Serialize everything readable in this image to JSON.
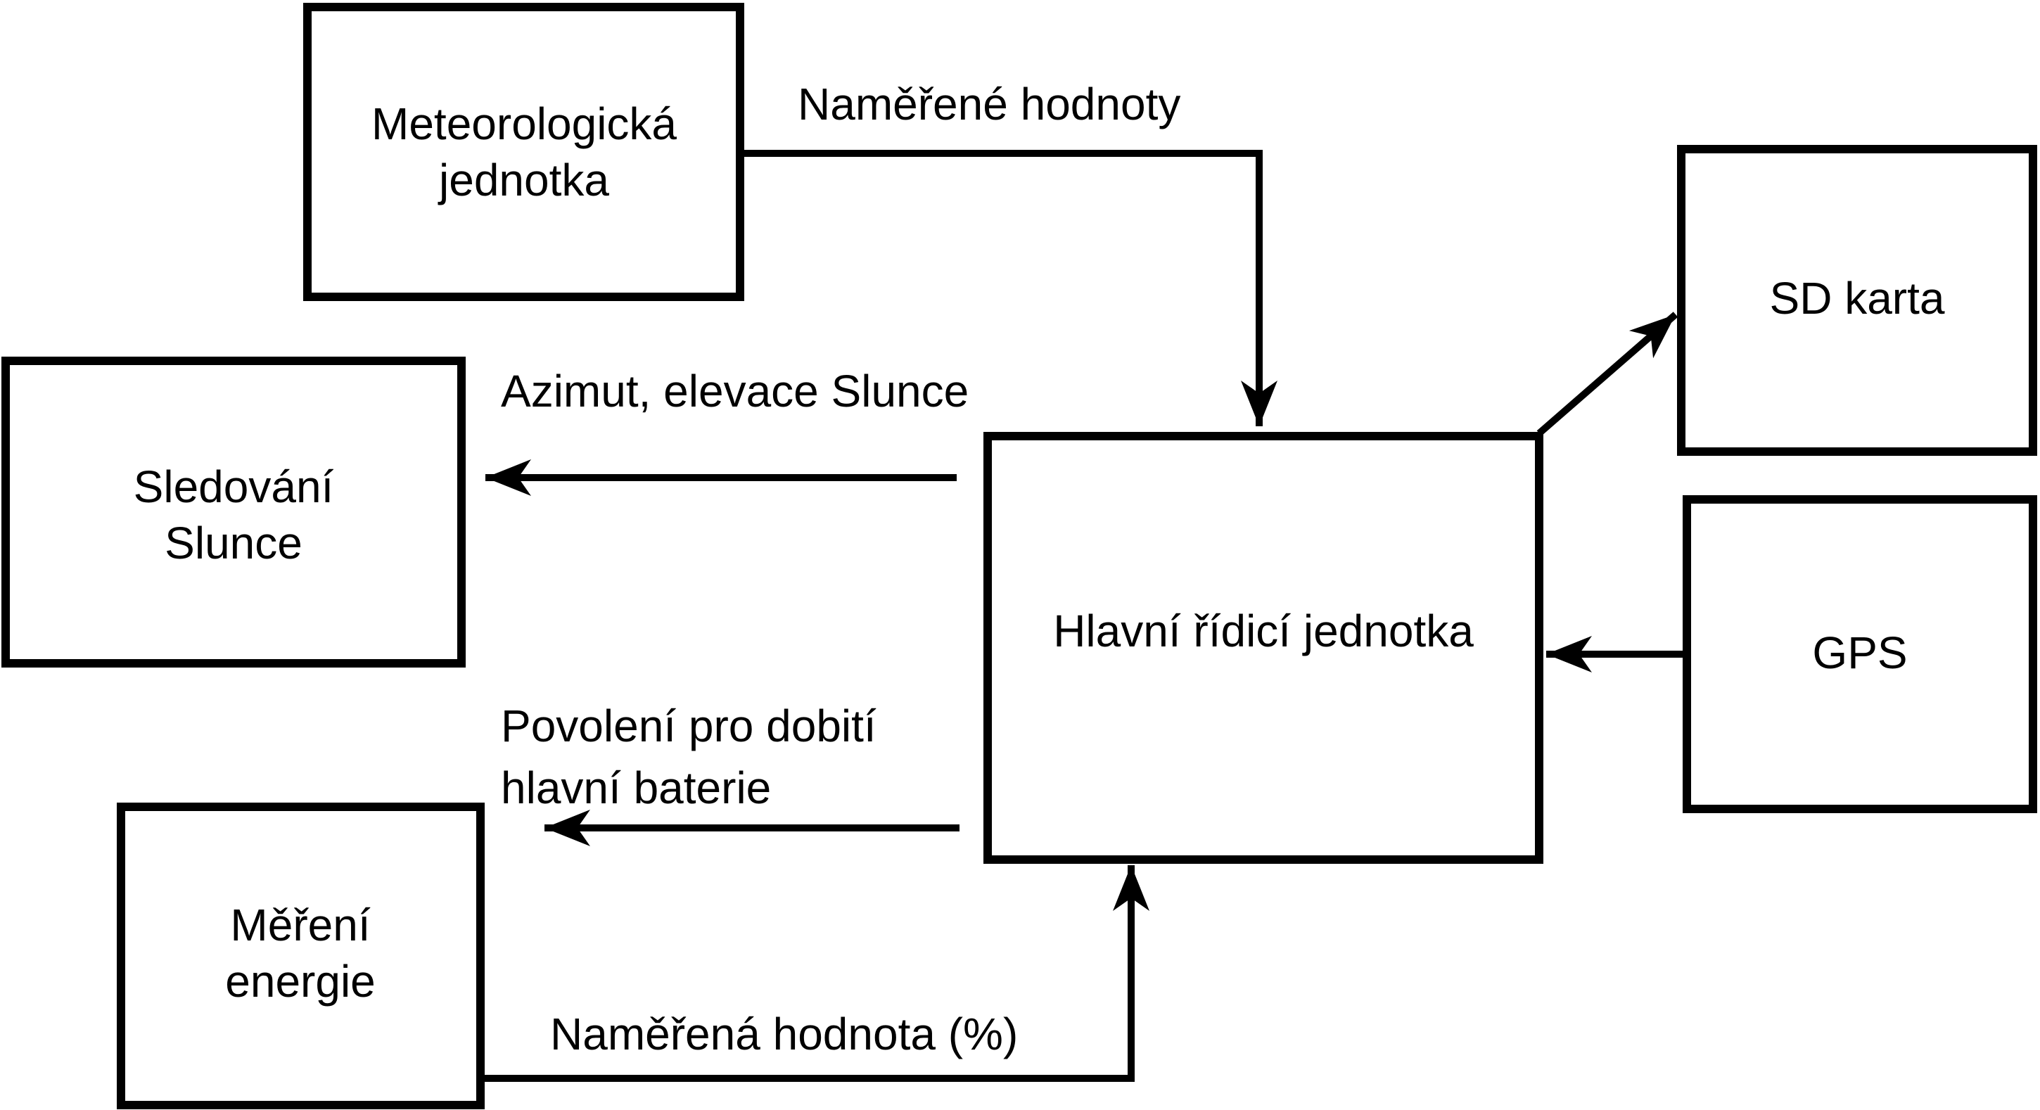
{
  "diagram": {
    "background": "#ffffff",
    "stroke_color": "#000000",
    "nodes": {
      "meteo": {
        "line1": "Meteorologická",
        "line2": "jednotka"
      },
      "sledovani": {
        "line1": "Sledování",
        "line2": "Slunce"
      },
      "mereni": {
        "line1": "Měření",
        "line2": "energie"
      },
      "hlavni": {
        "label": "Hlavní řídicí jednotka"
      },
      "sd": {
        "label": "SD karta"
      },
      "gps": {
        "label": "GPS"
      }
    },
    "edges": {
      "merene_hodnoty": {
        "label": "Naměřené hodnoty"
      },
      "azimut": {
        "label": "Azimut, elevace Slunce"
      },
      "povoleni": {
        "line1": "Povolení pro dobití",
        "line2": "hlavní baterie"
      },
      "namerena_hodnota": {
        "label": "Naměřená hodnota (%)"
      }
    }
  }
}
